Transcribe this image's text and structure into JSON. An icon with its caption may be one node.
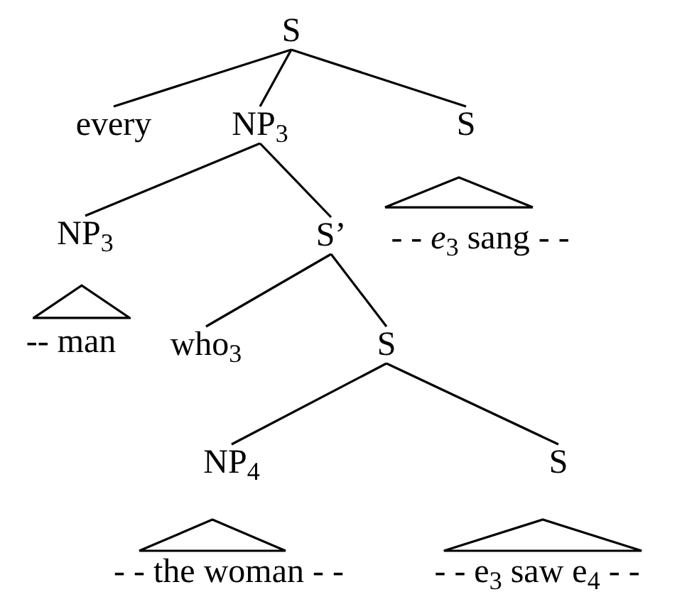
{
  "diagram": {
    "nodes": [
      {
        "text": [
          "S"
        ]
      },
      {
        "text": [
          "every"
        ]
      },
      {
        "text": [
          "NP$_{3}$"
        ]
      },
      {
        "text": [
          "S"
        ]
      },
      {
        "text": [
          "NP$_{3}$"
        ]
      },
      {
        "text": [
          "S’"
        ]
      },
      {
        "text": [],
        "shape": "triangle"
      },
      {
        "text": [
          "- - *e*$_{3}$ sang - -"
        ]
      },
      {
        "text": [],
        "shape": "triangle"
      },
      {
        "text": [
          "-- man"
        ]
      },
      {
        "text": [
          "who$_{3}$"
        ]
      },
      {
        "text": [
          "S"
        ]
      },
      {
        "text": [
          "NP$_{4}$"
        ]
      },
      {
        "text": [
          "S"
        ]
      },
      {
        "text": [],
        "shape": "triangle"
      },
      {
        "text": [
          "- - the woman - -"
        ]
      },
      {
        "text": [],
        "shape": "triangle"
      },
      {
        "text": [
          "- - e$_{3}$ saw e$_{4}$ - -"
        ]
      }
    ],
    "edges": [
      {
        "from": 0,
        "to": 1,
        "arrow": "none"
      },
      {
        "from": 0,
        "to": 2,
        "arrow": "none"
      },
      {
        "from": 0,
        "to": 3,
        "arrow": "none"
      },
      {
        "from": 2,
        "to": 4,
        "arrow": "none"
      },
      {
        "from": 2,
        "to": 5,
        "arrow": "none"
      },
      {
        "from": 5,
        "to": 10,
        "arrow": "none"
      },
      {
        "from": 5,
        "to": 11,
        "arrow": "none"
      },
      {
        "from": 11,
        "to": 12,
        "arrow": "none"
      },
      {
        "from": 11,
        "to": 13,
        "arrow": "none"
      }
    ]
  }
}
